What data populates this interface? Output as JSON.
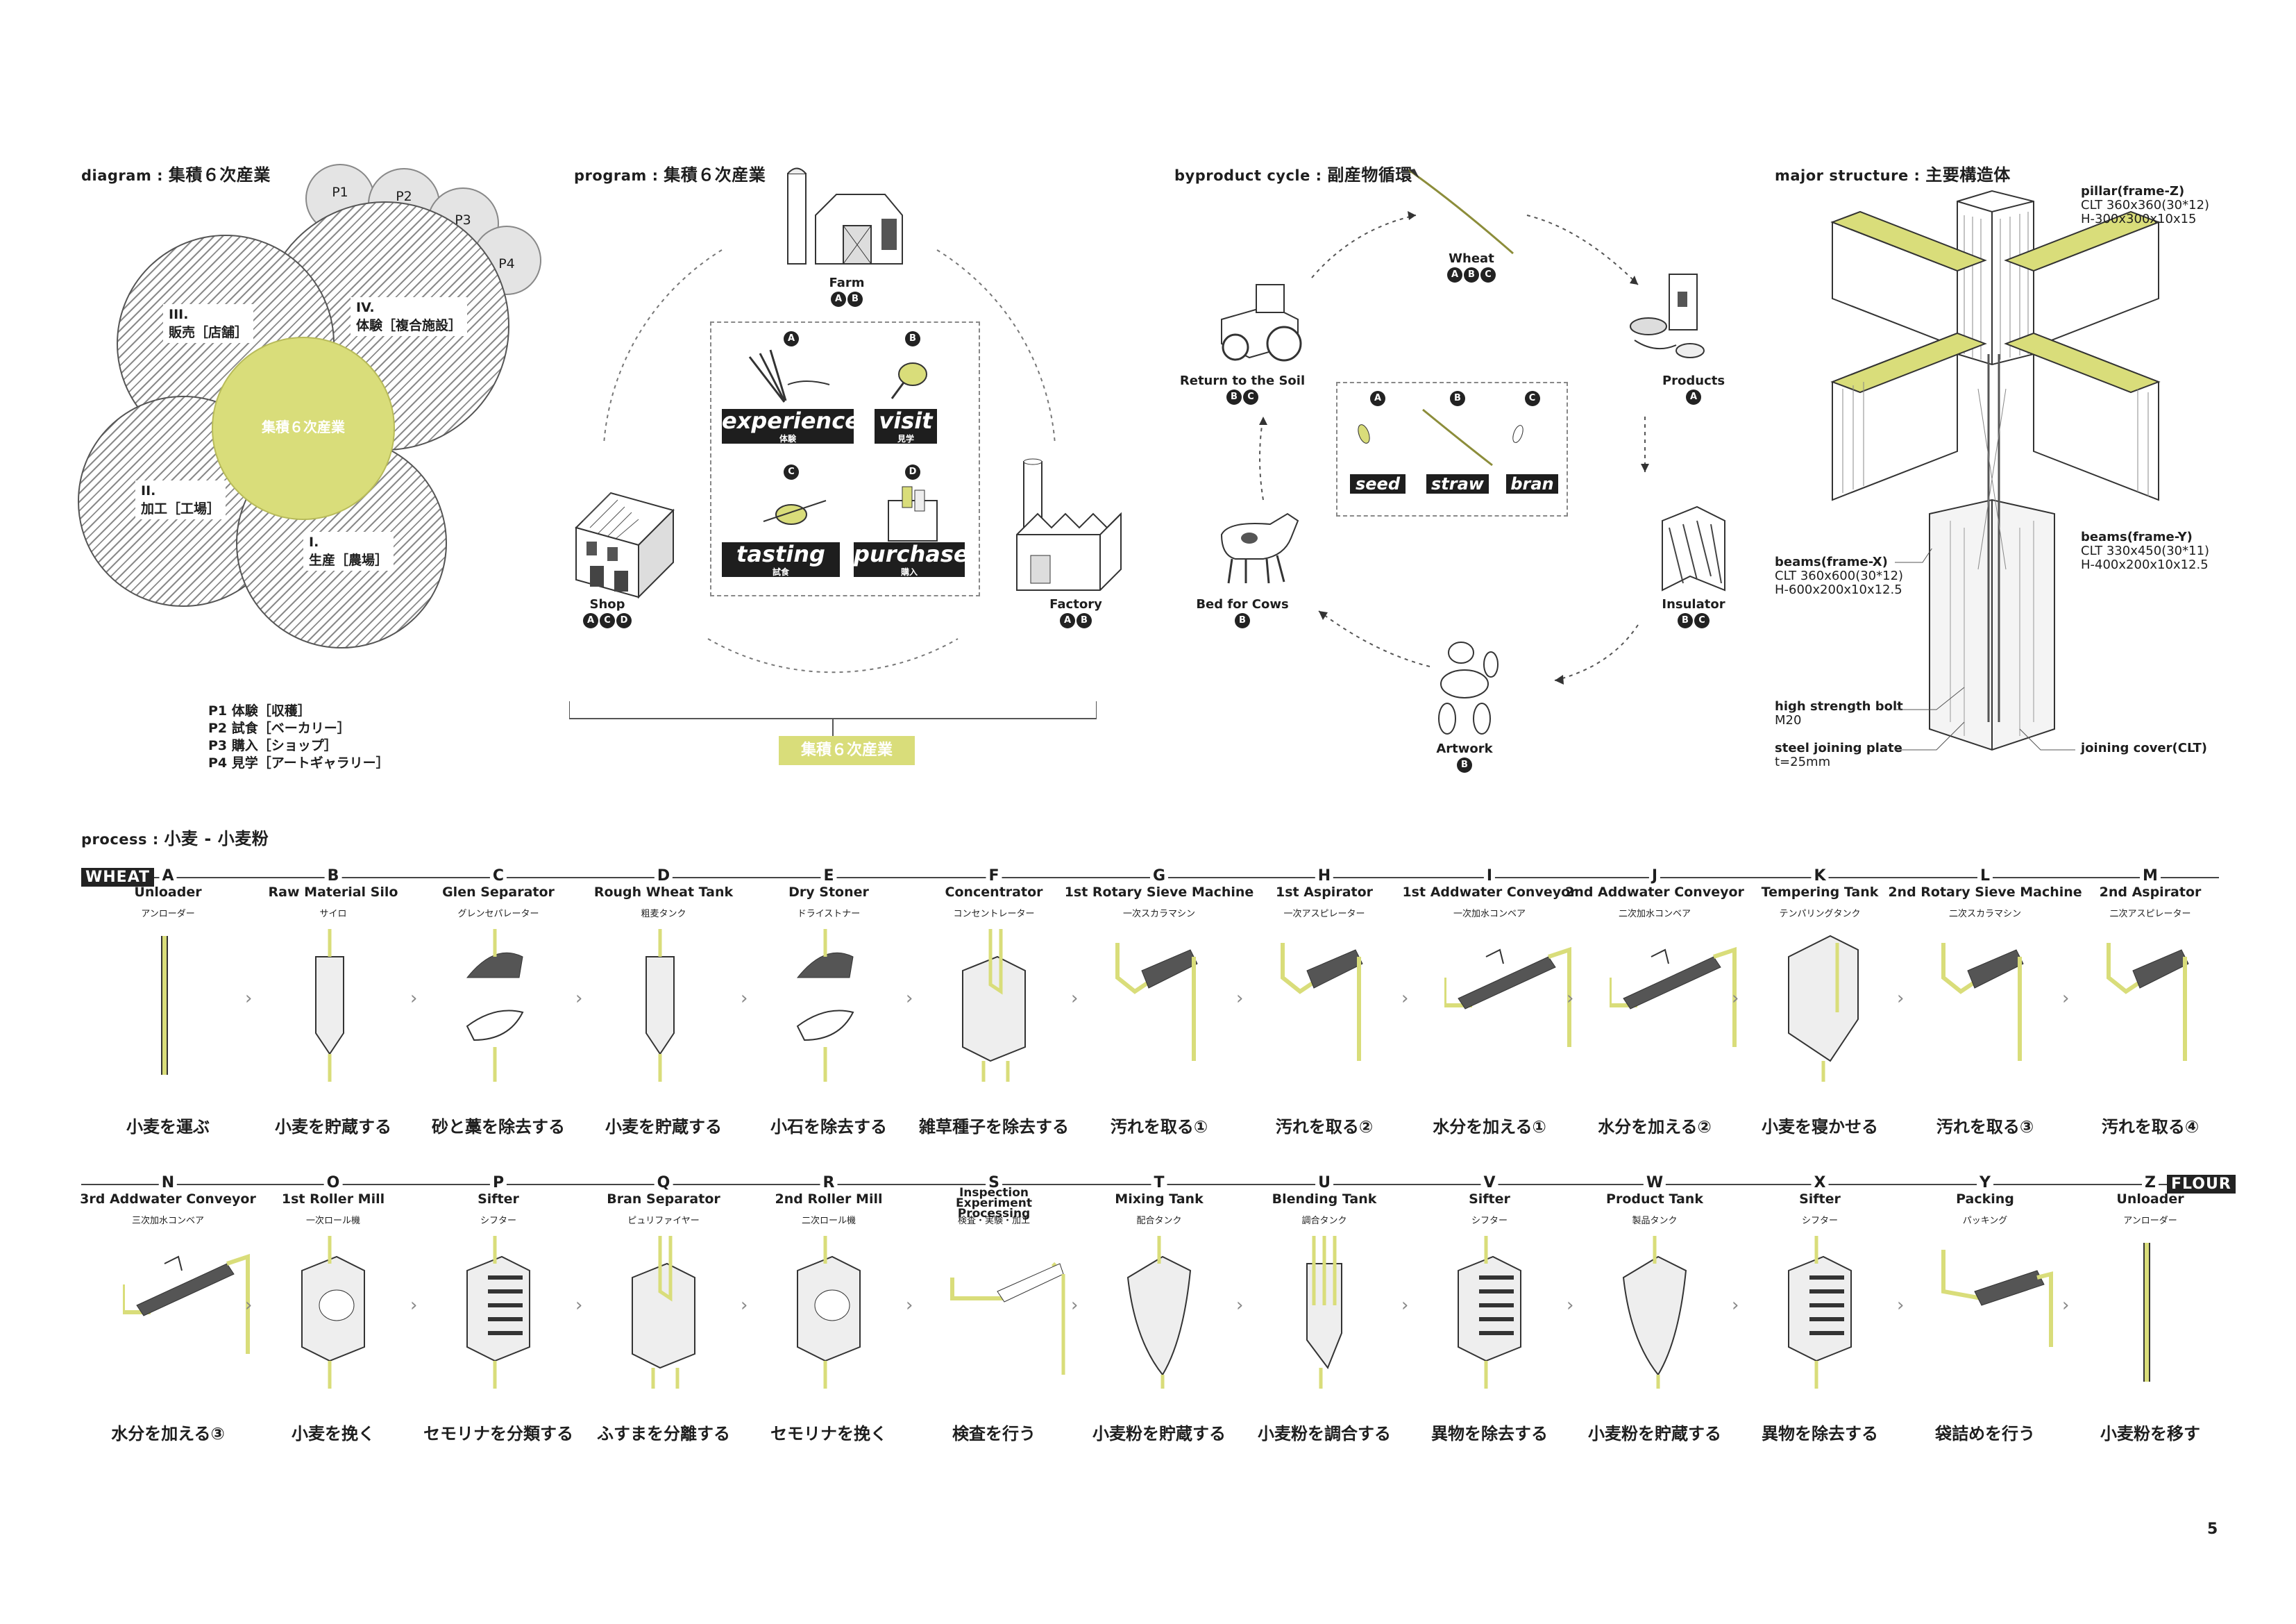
{
  "page_number": "5",
  "accent_color": "#d9dd7a",
  "diagram": {
    "title_en": "diagram :",
    "title_jp": "集積６次産業",
    "center": "集積６次産業",
    "zones": [
      {
        "num": "III.",
        "label": "販売［店舗］"
      },
      {
        "num": "IV.",
        "label": "体験［複合施設］"
      },
      {
        "num": "II.",
        "label": "加工［工場］"
      },
      {
        "num": "I.",
        "label": "生産［農場］"
      }
    ],
    "p_circles": [
      "P1",
      "P2",
      "P3",
      "P4"
    ],
    "legend": [
      "P1  体験［収穫］",
      "P2  試食［ベーカリー］",
      "P3  購入［ショップ］",
      "P4  見学［アートギャラリー］"
    ]
  },
  "program": {
    "title_en": "program :",
    "title_jp": "集積６次産業",
    "farm": {
      "label": "Farm",
      "badges": [
        "A",
        "B"
      ]
    },
    "shop": {
      "label": "Shop",
      "badges": [
        "A",
        "C",
        "D"
      ]
    },
    "factory": {
      "label": "Factory",
      "badges": [
        "A",
        "B"
      ]
    },
    "cards": [
      {
        "badge": "A",
        "en": "experience",
        "jp": "体験"
      },
      {
        "badge": "B",
        "en": "visit",
        "jp": "見学"
      },
      {
        "badge": "C",
        "en": "tasting",
        "jp": "試食"
      },
      {
        "badge": "D",
        "en": "purchase",
        "jp": "購入"
      }
    ],
    "bottom_label": "集積６次産業"
  },
  "byproduct": {
    "title_en": "byproduct cycle :",
    "title_jp": "副産物循環",
    "nodes": [
      {
        "label": "Wheat",
        "badges": [
          "A",
          "B",
          "C"
        ]
      },
      {
        "label": "Products",
        "badges": [
          "A"
        ]
      },
      {
        "label": "Insulator",
        "badges": [
          "B",
          "C"
        ]
      },
      {
        "label": "Artwork",
        "badges": [
          "B"
        ]
      },
      {
        "label": "Bed for Cows",
        "badges": [
          "B"
        ]
      },
      {
        "label": "Return to the Soil",
        "badges": [
          "B",
          "C"
        ]
      }
    ],
    "parts": [
      {
        "badge": "A",
        "en": "seed"
      },
      {
        "badge": "B",
        "en": "straw"
      },
      {
        "badge": "C",
        "en": "bran"
      }
    ]
  },
  "structure": {
    "title_en": "major structure :",
    "title_jp": "主要構造体",
    "labels": [
      {
        "title": "pillar(frame-Z)",
        "lines": [
          "CLT 360x360(30*12)",
          "H-300x300x10x15"
        ]
      },
      {
        "title": "beams(frame-Y)",
        "lines": [
          "CLT 330x450(30*11)",
          "H-400x200x10x12.5"
        ]
      },
      {
        "title": "beams(frame-X)",
        "lines": [
          "CLT 360x600(30*12)",
          "H-600x200x10x12.5"
        ]
      },
      {
        "title": "high strength bolt",
        "lines": [
          "M20"
        ]
      },
      {
        "title": "steel joining plate",
        "lines": [
          "t=25mm"
        ]
      },
      {
        "title": "joining cover(CLT)",
        "lines": []
      }
    ]
  },
  "process": {
    "title_en": "process :",
    "title_jp": "小麦 - 小麦粉",
    "start_tag": "WHEAT",
    "end_tag": "FLOUR",
    "row1": [
      {
        "letter": "A",
        "name": "Unloader",
        "jp": "アンローダー",
        "action": "小麦を運ぶ",
        "icon": "pipe"
      },
      {
        "letter": "B",
        "name": "Raw Material Silo",
        "jp": "サイロ",
        "action": "小麦を貯蔵する",
        "icon": "silo"
      },
      {
        "letter": "C",
        "name": "Glen Separator",
        "jp": "グレンセパレーター",
        "action": "砂と藁を除去する",
        "icon": "separator"
      },
      {
        "letter": "D",
        "name": "Rough Wheat Tank",
        "jp": "粗麦タンク",
        "action": "小麦を貯蔵する",
        "icon": "silo"
      },
      {
        "letter": "E",
        "name": "Dry Stoner",
        "jp": "ドライストナー",
        "action": "小石を除去する",
        "icon": "separator"
      },
      {
        "letter": "F",
        "name": "Concentrator",
        "jp": "コンセントレーター",
        "action": "雑草種子を除去する",
        "icon": "box"
      },
      {
        "letter": "G",
        "name": "1st Rotary Sieve Machine",
        "jp": "一次スカラマシン",
        "action": "汚れを取る①",
        "icon": "sieve"
      },
      {
        "letter": "H",
        "name": "1st Aspirator",
        "jp": "一次アスピレーター",
        "action": "汚れを取る②",
        "icon": "sieve"
      },
      {
        "letter": "I",
        "name": "1st Addwater Conveyor",
        "jp": "一次加水コンベア",
        "action": "水分を加える①",
        "icon": "conveyor"
      },
      {
        "letter": "J",
        "name": "2nd Addwater Conveyor",
        "jp": "二次加水コンベア",
        "action": "水分を加える②",
        "icon": "conveyor"
      },
      {
        "letter": "K",
        "name": "Tempering Tank",
        "jp": "テンパリングタンク",
        "action": "小麦を寝かせる",
        "icon": "hopper"
      },
      {
        "letter": "L",
        "name": "2nd Rotary Sieve Machine",
        "jp": "二次スカラマシン",
        "action": "汚れを取る③",
        "icon": "sieve"
      },
      {
        "letter": "M",
        "name": "2nd Aspirator",
        "jp": "二次アスピレーター",
        "action": "汚れを取る④",
        "icon": "sieve"
      }
    ],
    "row2": [
      {
        "letter": "N",
        "name": "3rd Addwater Conveyor",
        "jp": "三次加水コンベア",
        "action": "水分を加える③",
        "icon": "conveyor"
      },
      {
        "letter": "O",
        "name": "1st Roller Mill",
        "jp": "一次ロール機",
        "action": "小麦を挽く",
        "icon": "mill"
      },
      {
        "letter": "P",
        "name": "Sifter",
        "jp": "シフター",
        "action": "セモリナを分類する",
        "icon": "sifter"
      },
      {
        "letter": "Q",
        "name": "Bran Separator",
        "jp": "ピュリファイヤー",
        "action": "ふすまを分離する",
        "icon": "box"
      },
      {
        "letter": "R",
        "name": "2nd Roller Mill",
        "jp": "二次ロール機",
        "action": "セモリナを挽く",
        "icon": "mill"
      },
      {
        "letter": "S",
        "name": "Inspection Experiment Processing",
        "jp": "検査・実験・加工",
        "action": "検査を行う",
        "icon": "inspect"
      },
      {
        "letter": "T",
        "name": "Mixing Tank",
        "jp": "配合タンク",
        "action": "小麦粉を貯蔵する",
        "icon": "cone"
      },
      {
        "letter": "U",
        "name": "Blending Tank",
        "jp": "調合タンク",
        "action": "小麦粉を調合する",
        "icon": "blend"
      },
      {
        "letter": "V",
        "name": "Sifter",
        "jp": "シフター",
        "action": "異物を除去する",
        "icon": "sifter"
      },
      {
        "letter": "W",
        "name": "Product Tank",
        "jp": "製品タンク",
        "action": "小麦粉を貯蔵する",
        "icon": "cone"
      },
      {
        "letter": "X",
        "name": "Sifter",
        "jp": "シフター",
        "action": "異物を除去する",
        "icon": "sifter"
      },
      {
        "letter": "Y",
        "name": "Packing",
        "jp": "パッキング",
        "action": "袋詰めを行う",
        "icon": "packing"
      },
      {
        "letter": "Z",
        "name": "Unloader",
        "jp": "アンローダー",
        "action": "小麦粉を移す",
        "icon": "pipe"
      }
    ]
  }
}
